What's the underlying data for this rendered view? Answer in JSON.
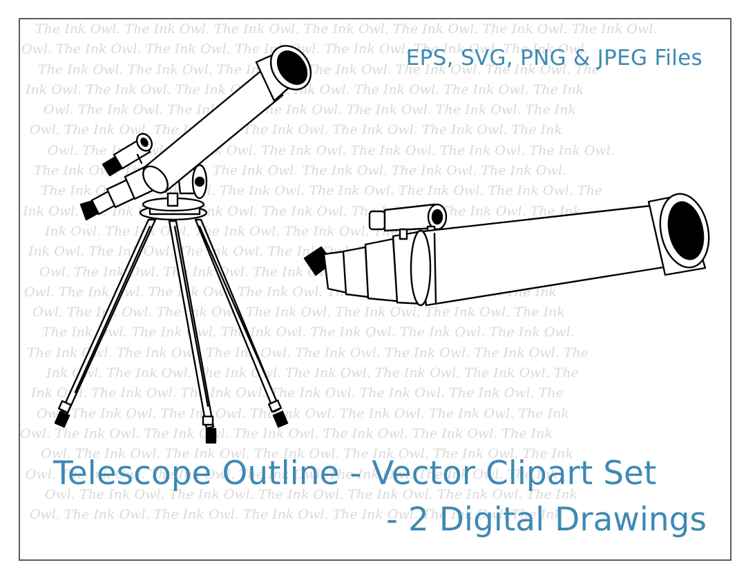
{
  "files_label": "EPS, SVG, PNG & JPEG Files",
  "title_line1": "Telescope Outline - Vector Clipart Set",
  "title_line2": "- 2 Digital Drawings",
  "watermark_text": "The Ink Owl.",
  "watermark_rows": [
    "The Ink Owl.   The Ink Owl.   The Ink Owl.   The Ink Owl.   The Ink Owl.   The Ink Owl.   The Ink Owl.",
    "Owl.   The Ink Owl.   The Ink Owl.   The Ink Owl.   The Ink Owl.   The Ink Owl.   The Ink Owl.",
    "The Ink Owl.   The Ink Owl.   The Ink Owl.   The Ink Owl.   The Ink Owl.   The Ink Owl.   The",
    "Ink Owl.   The Ink Owl.   The Ink Owl.   The Ink Owl.   The Ink Owl.   The Ink Owl.   The Ink",
    "Owl.   The Ink Owl.   The Ink Owl.   The Ink Owl.   The Ink Owl.   The Ink Owl.   The Ink",
    "Owl.   The Ink Owl.   The Ink Owl.   The Ink Owl.   The Ink Owl.   The Ink Owl.   The Ink",
    "Owl.   The Ink Owl.   The Ink Owl.   The Ink Owl.   The Ink Owl.   The Ink Owl.   The Ink Owl.",
    "The Ink Owl.   The Ink Owl.   The Ink Owl.   The Ink Owl.   The Ink Owl.   The Ink Owl.",
    "The Ink Owl.   The Ink Owl.   The Ink Owl.   The Ink Owl.   The Ink Owl.   The Ink Owl.   The",
    "Ink Owl.   The Ink Owl.   The Ink Owl.   The Ink Owl.   The Ink Owl.   The Ink Owl.   The Ink",
    "Ink Owl.   The Ink Owl.   The Ink Owl.   The Ink Owl.   The Ink Owl.   The Ink Owl.   The Ink",
    "Ink Owl.   The Ink Owl.   The Ink Owl.   The Ink Owl.   The Ink Owl.   The Ink Owl.   The Ink",
    "Owl.   The Ink Owl.   The Ink Owl.   The Ink Owl.   The Ink Owl.   The Ink Owl.   The Ink",
    "Owl.   The Ink Owl.   The Ink Owl.   The Ink Owl.   The Ink Owl.   The Ink Owl.   The Ink",
    "Owl.   The Ink Owl.   The Ink Owl.   The Ink Owl.   The Ink Owl.   The Ink Owl.   The Ink",
    "The Ink Owl.   The Ink Owl.   The Ink Owl.   The Ink Owl.   The Ink Owl.   The Ink Owl.",
    "The Ink Owl.   The Ink Owl.   The Ink Owl.   The Ink Owl.   The Ink Owl.   The Ink Owl.   The",
    "Ink Owl.   The Ink Owl.   The Ink Owl.   The Ink Owl.   The Ink Owl.   The Ink Owl.   The",
    "Ink Owl.   The Ink Owl.   The Ink Owl.   The Ink Owl.   The Ink Owl.   The Ink Owl.   The",
    "Owl.   The Ink Owl.   The Ink Owl.   The Ink Owl.   The Ink Owl.   The Ink Owl.   The Ink",
    "Owl.   The Ink Owl.   The Ink Owl.   The Ink Owl.   The Ink Owl.   The Ink Owl.   The Ink",
    "Owl.   The Ink Owl.   The Ink Owl.   The Ink Owl.   The Ink Owl.   The Ink Owl.   The Ink",
    "Owl.   The Ink Owl.   The Ink Owl.   The Ink Owl.   The Ink Owl.   The Ink Owl.   The Ink",
    "Owl.   The Ink Owl.   The Ink Owl.   The Ink Owl.   The Ink Owl.   The Ink Owl.   The Ink",
    "Owl.   The Ink Owl.   The Ink Owl.   The Ink Owl.   The Ink Owl.   The Ink Owl.   The Ink"
  ],
  "colors": {
    "accent": "#3d89b3",
    "watermark": "#d9d9d9",
    "frame": "#5a5a5a",
    "line_art": "#000000"
  }
}
